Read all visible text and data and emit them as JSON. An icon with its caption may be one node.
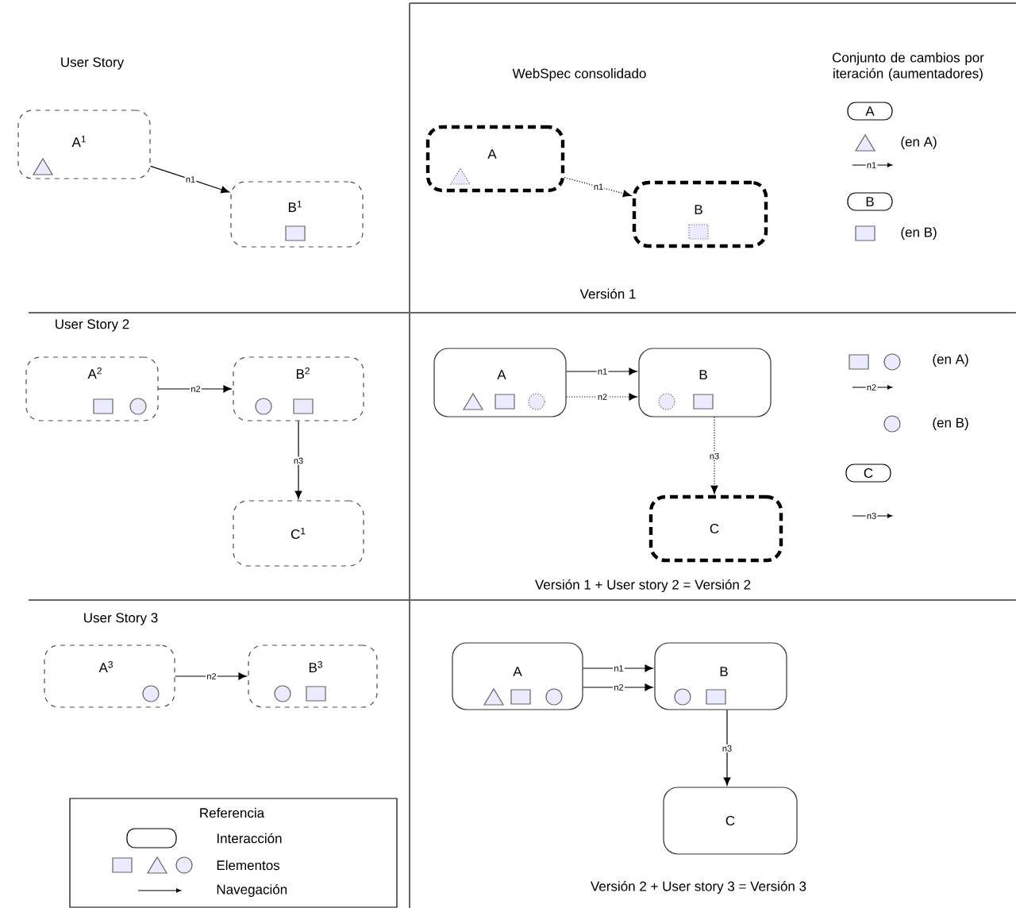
{
  "diagram": {
    "nodes": [
      {
        "text": [
          "A$^{1}$"
        ]
      },
      {
        "text": [
          "B$^{1}$"
        ]
      },
      {
        "text": [
          "A"
        ]
      },
      {
        "text": [
          "B"
        ]
      },
      {
        "text": [
          "A"
        ]
      },
      {
        "text": [
          "B"
        ]
      },
      {
        "text": [
          "A$^{2}$"
        ]
      },
      {
        "text": [
          "B$^{2}$"
        ]
      },
      {
        "text": [
          "C$^{1}$"
        ]
      },
      {
        "text": [
          "A"
        ]
      },
      {
        "text": [
          "B"
        ]
      },
      {
        "text": [
          "C"
        ]
      },
      {
        "text": [
          "C"
        ]
      },
      {
        "text": [
          "A$^{3}$"
        ]
      },
      {
        "text": [
          "B$^{3}$"
        ]
      },
      {
        "text": [
          "A"
        ]
      },
      {
        "text": [
          "B"
        ]
      },
      {
        "text": [
          "C"
        ]
      }
    ],
    "edges": [
      {
        "from": 0,
        "to": 1,
        "arrow": "to",
        "label": "n1"
      },
      {
        "from": 2,
        "to": 3,
        "arrow": "to",
        "label": "n1",
        "style": "dashed"
      },
      {
        "from": 6,
        "to": 7,
        "arrow": "to",
        "label": "n2"
      },
      {
        "from": 7,
        "to": 8,
        "arrow": "to",
        "label": "n3"
      },
      {
        "from": 9,
        "to": 10,
        "arrow": "to",
        "label": "n1"
      },
      {
        "from": 9,
        "to": 10,
        "arrow": "to",
        "label": "n2",
        "style": "dashed"
      },
      {
        "from": 10,
        "to": 11,
        "arrow": "to",
        "label": "n3",
        "style": "dashed"
      },
      {
        "from": 13,
        "to": 14,
        "arrow": "to",
        "label": "n2"
      },
      {
        "from": 15,
        "to": 16,
        "arrow": "to",
        "label": "n1"
      },
      {
        "from": 15,
        "to": 16,
        "arrow": "to",
        "label": "n2"
      },
      {
        "from": 16,
        "to": 17,
        "arrow": "to",
        "label": "n3"
      }
    ],
    "labels": [
      "User Story",
      "WebSpec consolidado",
      "Conjunto de cambios por iteración (aumentadores)",
      "(en A)",
      "n1",
      "(en B)",
      "Versión 1",
      "User Story 2",
      "(en A)",
      "n2",
      "(en B)",
      "n3",
      "Versión 1 + User story 2 = Versión 2",
      "User Story 3",
      "Versión 2 + User story 3 = Versión 3",
      "Referencia"
    ],
    "legend": [
      {
        "text": "Interacción"
      },
      {
        "text": "Elementos"
      },
      {
        "text": "Navegación"
      }
    ]
  }
}
